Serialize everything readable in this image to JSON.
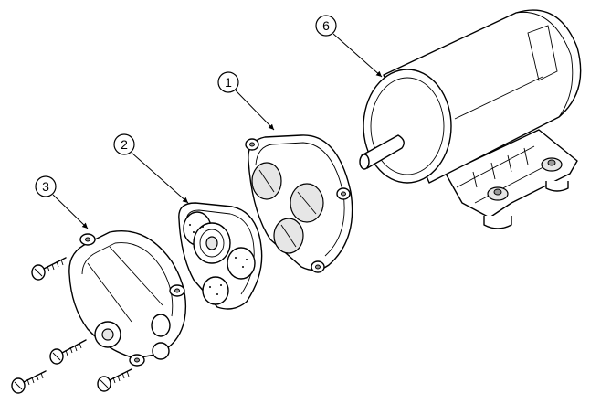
{
  "callouts": [
    {
      "id": "c1",
      "label": "1"
    },
    {
      "id": "c2",
      "label": "2"
    },
    {
      "id": "c3",
      "label": "3"
    },
    {
      "id": "c6",
      "label": "6"
    }
  ]
}
